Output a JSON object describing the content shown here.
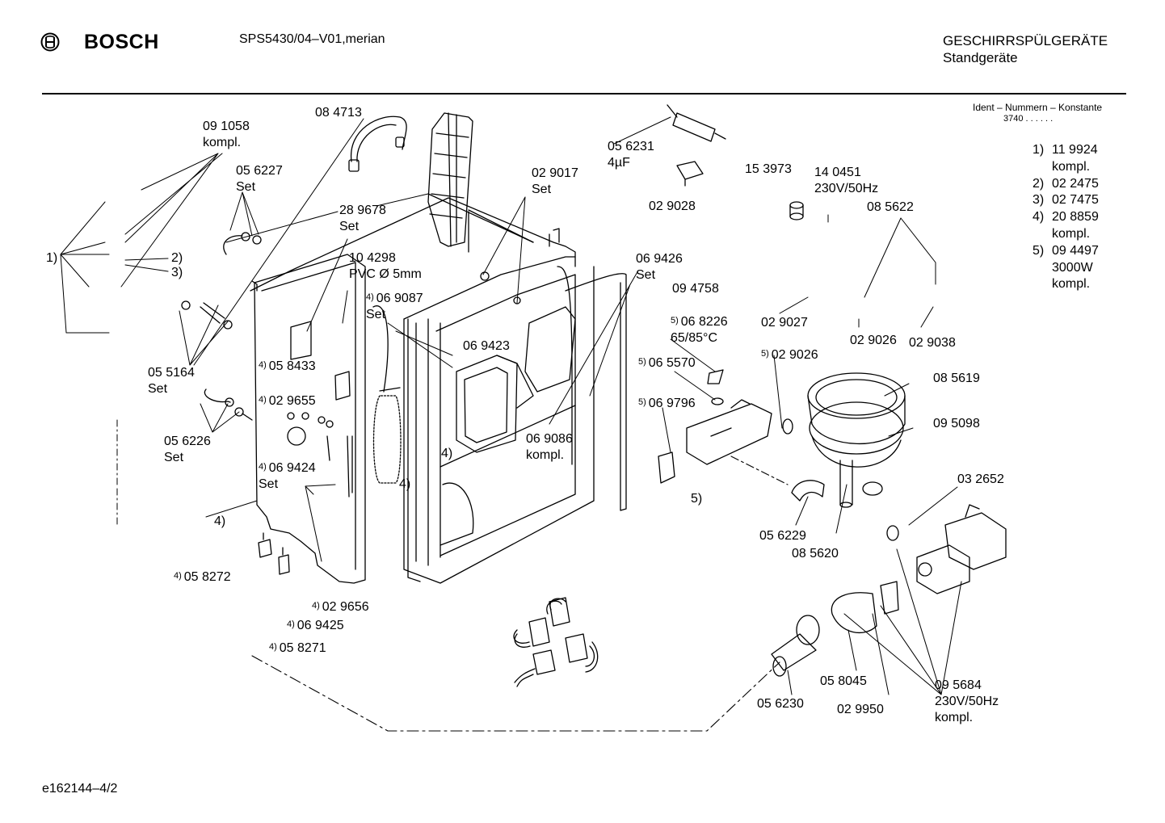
{
  "header": {
    "brand": "BOSCH",
    "model": "SPS5430/04–V01,merian",
    "category_line1": "GESCHIRRSPÜLGERÄTE",
    "category_line2": "Standgeräte"
  },
  "ident": {
    "title": "Ident – Nummern – Konstante",
    "value": "3740 . . . . . ."
  },
  "legend": [
    {
      "num": "1)",
      "text": "11 9924"
    },
    {
      "num": "",
      "text": "kompl."
    },
    {
      "num": "2)",
      "text": "02 2475"
    },
    {
      "num": "3)",
      "text": "02 7475"
    },
    {
      "num": "4)",
      "text": "20 8859"
    },
    {
      "num": "",
      "text": "kompl."
    },
    {
      "num": "5)",
      "text": "09 4497"
    },
    {
      "num": "",
      "text": "3000W"
    },
    {
      "num": "",
      "text": "kompl."
    }
  ],
  "labels": [
    {
      "id": "l01",
      "sup": "",
      "lines": [
        "09 1058",
        "kompl."
      ]
    },
    {
      "id": "l02",
      "sup": "",
      "lines": [
        "08 4713"
      ]
    },
    {
      "id": "l03",
      "sup": "",
      "lines": [
        "05 6227",
        "Set"
      ]
    },
    {
      "id": "l04",
      "sup": "",
      "lines": [
        "28 9678",
        "Set"
      ]
    },
    {
      "id": "l05",
      "sup": "",
      "lines": [
        "1)"
      ]
    },
    {
      "id": "l06",
      "sup": "",
      "lines": [
        "2)"
      ]
    },
    {
      "id": "l07",
      "sup": "",
      "lines": [
        "3)"
      ]
    },
    {
      "id": "l08",
      "sup": "",
      "lines": [
        "10 4298",
        "PVC Ø 5mm"
      ]
    },
    {
      "id": "l09",
      "sup": "4)",
      "lines": [
        "06 9087",
        "Set"
      ]
    },
    {
      "id": "l10",
      "sup": "",
      "lines": [
        "05 5164",
        "Set"
      ]
    },
    {
      "id": "l11",
      "sup": "4)",
      "lines": [
        "05 8433"
      ]
    },
    {
      "id": "l12",
      "sup": "4)",
      "lines": [
        "02 9655"
      ]
    },
    {
      "id": "l13",
      "sup": "",
      "lines": [
        "05 6226",
        "Set"
      ]
    },
    {
      "id": "l14",
      "sup": "4)",
      "lines": [
        "06 9424",
        "Set"
      ]
    },
    {
      "id": "l15",
      "sup": "",
      "lines": [
        "4)"
      ]
    },
    {
      "id": "l16",
      "sup": "4)",
      "lines": [
        "05 8272"
      ]
    },
    {
      "id": "l17",
      "sup": "4)",
      "lines": [
        "02 9656"
      ]
    },
    {
      "id": "l18",
      "sup": "4)",
      "lines": [
        "06 9425"
      ]
    },
    {
      "id": "l19",
      "sup": "4)",
      "lines": [
        "05 8271"
      ]
    },
    {
      "id": "l20",
      "sup": "",
      "lines": [
        "4)"
      ]
    },
    {
      "id": "l21",
      "sup": "",
      "lines": [
        "4)"
      ]
    },
    {
      "id": "l22",
      "sup": "",
      "lines": [
        "06 9423"
      ]
    },
    {
      "id": "l23",
      "sup": "",
      "lines": [
        "02 9017",
        "Set"
      ]
    },
    {
      "id": "l24",
      "sup": "",
      "lines": [
        "05 6231",
        "4µF"
      ]
    },
    {
      "id": "l25",
      "sup": "",
      "lines": [
        "02 9028"
      ]
    },
    {
      "id": "l26",
      "sup": "",
      "lines": [
        "15 3973"
      ]
    },
    {
      "id": "l27",
      "sup": "",
      "lines": [
        "14 0451",
        "230V/50Hz"
      ]
    },
    {
      "id": "l28",
      "sup": "",
      "lines": [
        "08 5622"
      ]
    },
    {
      "id": "l29",
      "sup": "",
      "lines": [
        "06 9426",
        "Set"
      ]
    },
    {
      "id": "l30",
      "sup": "",
      "lines": [
        "09 4758"
      ]
    },
    {
      "id": "l31",
      "sup": "5)",
      "lines": [
        "06 8226",
        "65/85°C"
      ]
    },
    {
      "id": "l32",
      "sup": "5)",
      "lines": [
        "06 5570"
      ]
    },
    {
      "id": "l33",
      "sup": "5)",
      "lines": [
        "06 9796"
      ]
    },
    {
      "id": "l34",
      "sup": "",
      "lines": [
        "06 9086",
        "kompl."
      ]
    },
    {
      "id": "l35",
      "sup": "",
      "lines": [
        "02 9027"
      ]
    },
    {
      "id": "l36",
      "sup": "5)",
      "lines": [
        "02 9026"
      ]
    },
    {
      "id": "l37",
      "sup": "",
      "lines": [
        "02 9026"
      ]
    },
    {
      "id": "l38",
      "sup": "",
      "lines": [
        "02 9038"
      ]
    },
    {
      "id": "l39",
      "sup": "",
      "lines": [
        "08 5619"
      ]
    },
    {
      "id": "l40",
      "sup": "",
      "lines": [
        "09 5098"
      ]
    },
    {
      "id": "l41",
      "sup": "",
      "lines": [
        "5)"
      ]
    },
    {
      "id": "l42",
      "sup": "",
      "lines": [
        "03 2652"
      ]
    },
    {
      "id": "l43",
      "sup": "",
      "lines": [
        "05 6229"
      ]
    },
    {
      "id": "l44",
      "sup": "",
      "lines": [
        "08 5620"
      ]
    },
    {
      "id": "l45",
      "sup": "",
      "lines": [
        "05 8045"
      ]
    },
    {
      "id": "l46",
      "sup": "",
      "lines": [
        "05 6230"
      ]
    },
    {
      "id": "l47",
      "sup": "",
      "lines": [
        "02 9950"
      ]
    },
    {
      "id": "l48",
      "sup": "",
      "lines": [
        "09 5684",
        "230V/50Hz",
        "kompl."
      ]
    }
  ],
  "footer": {
    "code": "e162144–4/2"
  }
}
